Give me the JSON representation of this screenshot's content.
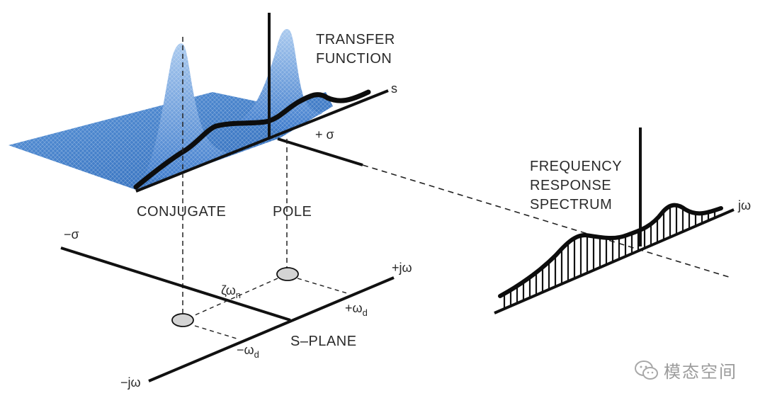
{
  "labels": {
    "transfer_function_1": "TRANSFER",
    "transfer_function_2": "FUNCTION",
    "s": "s",
    "plus_sigma": "+ σ",
    "conjugate": "CONJUGATE",
    "pole": "POLE",
    "minus_sigma": "−σ",
    "plus_jw": "+jω",
    "zeta_wn": "ζω",
    "zeta_wn_sub": "n",
    "plus_wd": "+ω",
    "plus_wd_sub": "d",
    "s_plane": "S–PLANE",
    "minus_wd": "−ω",
    "minus_wd_sub": "d",
    "minus_jw": "−jω",
    "freq_1": "FREQUENCY",
    "freq_2": "RESPONSE",
    "freq_3": "SPECTRUM",
    "jw": "jω"
  },
  "watermark": {
    "text": "模态空间",
    "icon": "wechat-icon"
  },
  "colors": {
    "surface": "#3a78c8",
    "surface_light": "#7fb0e6",
    "ink": "#111111",
    "pole_marker": "#d4d4d4"
  }
}
